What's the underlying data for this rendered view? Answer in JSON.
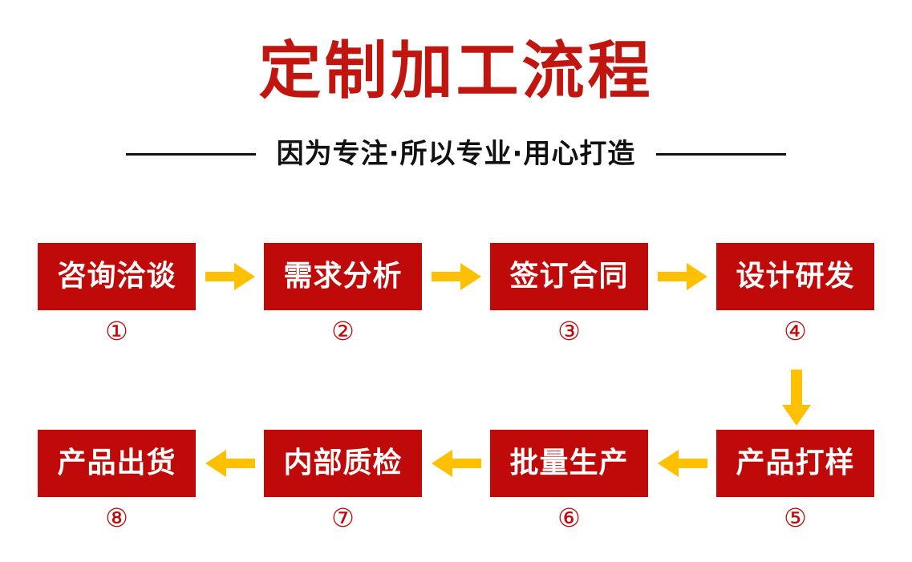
{
  "header": {
    "title": "定制加工流程",
    "subtitle": "因为专注·所以专业·用心打造",
    "title_color": "#c1150f",
    "rule_color": "#111111"
  },
  "palette": {
    "box_red": "#c00a0a",
    "arrow_yellow": "#ffc000",
    "box_text": "#ffffff",
    "number_red": "#c00a0a",
    "background": "#ffffff"
  },
  "flow": {
    "top_row": [
      {
        "label": "咨询洽谈",
        "number": "①",
        "num_value": 1
      },
      {
        "label": "需求分析",
        "number": "②",
        "num_value": 2
      },
      {
        "label": "签订合同",
        "number": "③",
        "num_value": 3
      },
      {
        "label": "设计研发",
        "number": "④",
        "num_value": 4
      }
    ],
    "bottom_row": [
      {
        "label": "产品出货",
        "number": "⑧",
        "num_value": 8
      },
      {
        "label": "内部质检",
        "number": "⑦",
        "num_value": 7
      },
      {
        "label": "批量生产",
        "number": "⑥",
        "num_value": 6
      },
      {
        "label": "产品打样",
        "number": "⑤",
        "num_value": 5
      }
    ],
    "top_arrows": [
      "arrow-right-icon",
      "arrow-right-icon",
      "arrow-right-icon"
    ],
    "bottom_arrows": [
      "arrow-left-icon",
      "arrow-left-icon",
      "arrow-left-icon"
    ],
    "connector_arrow": "arrow-down-icon"
  }
}
